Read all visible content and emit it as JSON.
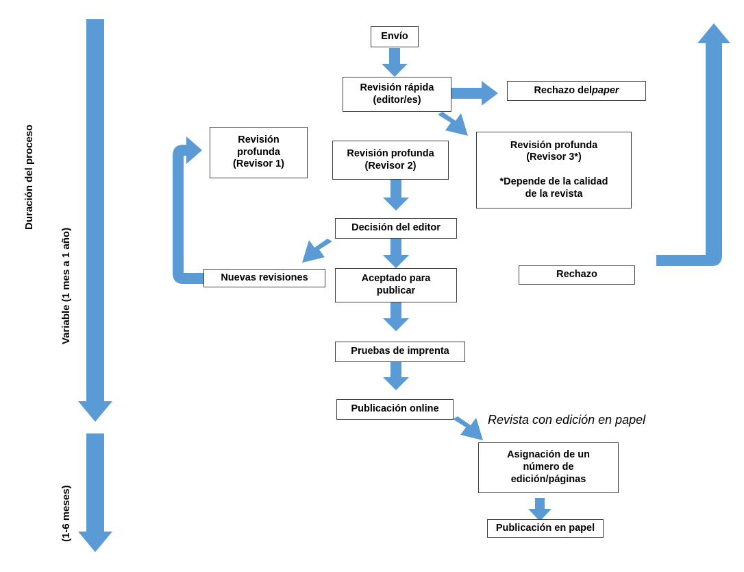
{
  "diagram": {
    "title": "Proceso de publicacion de un paper",
    "accent_color": "#5B9BD5",
    "box_border_color": "#3F3F3F",
    "background": "#FFFFFF"
  },
  "axis": {
    "labels": [
      {
        "id": "duracion",
        "text": "Duración del proceso"
      },
      {
        "id": "variable",
        "text": "Variable (1 mes a 1 año)"
      },
      {
        "id": "meses",
        "text": "(1-6 meses)"
      }
    ]
  },
  "nodes": [
    {
      "id": "envio",
      "text": "Envío"
    },
    {
      "id": "revision-rapida",
      "text": "Revisión rápida\n(editor/es)"
    },
    {
      "id": "rechazo-paper",
      "text_pre": "Rechazo del ",
      "text_italic": "paper"
    },
    {
      "id": "revisor1",
      "text": "Revisión\nprofunda\n(Revisor 1)"
    },
    {
      "id": "revisor2",
      "text": "Revisión profunda\n(Revisor 2)"
    },
    {
      "id": "revisor3",
      "text": "Revisión profunda\n(Revisor 3*)\n\n*Depende de la calidad\nde la revista"
    },
    {
      "id": "decision-editor",
      "text": "Decisión del editor"
    },
    {
      "id": "nuevas-revisiones",
      "text": "Nuevas revisiones"
    },
    {
      "id": "aceptado",
      "text": "Aceptado para\npublicar"
    },
    {
      "id": "rechazo",
      "text": "Rechazo"
    },
    {
      "id": "pruebas-imprenta",
      "text": "Pruebas de imprenta"
    },
    {
      "id": "publicacion-online",
      "text": "Publicación online"
    },
    {
      "id": "asignacion",
      "text": "Asignación de un\nnúmero de\nedición/páginas"
    },
    {
      "id": "publicacion-papel",
      "text": "Publicación en papel"
    }
  ],
  "annotations": [
    {
      "id": "revista-papel",
      "text": "Revista con edición en papel"
    }
  ]
}
